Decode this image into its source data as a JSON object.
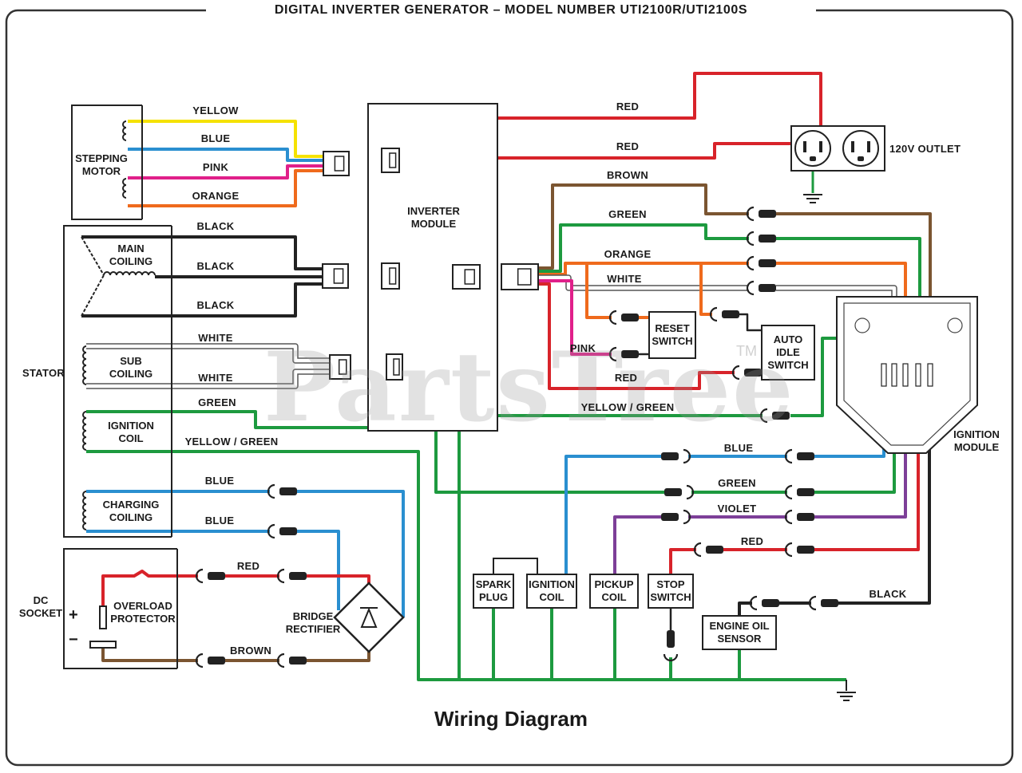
{
  "header": {
    "title": "DIGITAL INVERTER GENERATOR – MODEL NUMBER UTI2100R/UTI2100S"
  },
  "caption": "Wiring Diagram",
  "watermark": {
    "text": "PartsTree",
    "tm": "TM"
  },
  "colors": {
    "yellow": "#f5e200",
    "blue": "#2a8fd0",
    "pink": "#e0208a",
    "orange": "#ef6a1c",
    "black": "#222222",
    "red": "#d8232a",
    "brown": "#7b5531",
    "green": "#1d9a3f",
    "violet": "#7d3f98",
    "yellow_green": "#1d9a3f",
    "outline": "#333333"
  },
  "components": {
    "stepping_motor": [
      "STEPPING",
      "MOTOR"
    ],
    "main_coiling": [
      "MAIN",
      "COILING"
    ],
    "sub_coiling": [
      "SUB",
      "COILING"
    ],
    "ignition_coil_stator": [
      "IGNITION",
      "COIL"
    ],
    "charging_coiling": [
      "CHARGING",
      "COILING"
    ],
    "stator": "STATOR",
    "dc_socket": [
      "DC",
      "SOCKET"
    ],
    "overload_protector": [
      "OVERLOAD",
      "PROTECTOR"
    ],
    "plus": "+",
    "minus": "−",
    "bridge_rectifier": [
      "BRIDGE",
      "RECTIFIER"
    ],
    "inverter_module": [
      "INVERTER",
      "MODULE"
    ],
    "outlet": "120V OUTLET",
    "reset_switch": [
      "RESET",
      "SWITCH"
    ],
    "auto_idle_switch": [
      "AUTO",
      "IDLE",
      "SWITCH"
    ],
    "ignition_module": [
      "IGNITION",
      "MODULE"
    ],
    "spark_plug": [
      "SPARK",
      "PLUG"
    ],
    "ignition_coil": [
      "IGNITION",
      "COIL"
    ],
    "pickup_coil": [
      "PICKUP",
      "COIL"
    ],
    "stop_switch": [
      "STOP",
      "SWITCH"
    ],
    "engine_oil_sensor": [
      "ENGINE OIL",
      "SENSOR"
    ]
  },
  "wire_labels": {
    "sm_yellow": "YELLOW",
    "sm_blue": "BLUE",
    "sm_pink": "PINK",
    "sm_orange": "ORANGE",
    "mc_black1": "BLACK",
    "mc_black2": "BLACK",
    "mc_black3": "BLACK",
    "sc_white1": "WHITE",
    "sc_white2": "WHITE",
    "ic_green": "GREEN",
    "ic_yellow_green": "YELLOW / GREEN",
    "cc_blue1": "BLUE",
    "cc_blue2": "BLUE",
    "dc_red": "RED",
    "dc_brown": "BROWN",
    "out_red1": "RED",
    "out_red2": "RED",
    "im_brown": "BROWN",
    "im_green": "GREEN",
    "im_orange": "ORANGE",
    "im_white": "WHITE",
    "sw_pink": "PINK",
    "sw_red": "RED",
    "ign_yellow_green": "YELLOW / GREEN",
    "ign_blue": "BLUE",
    "ign_green": "GREEN",
    "ign_violet": "VIOLET",
    "ign_red": "RED",
    "ign_black": "BLACK"
  }
}
